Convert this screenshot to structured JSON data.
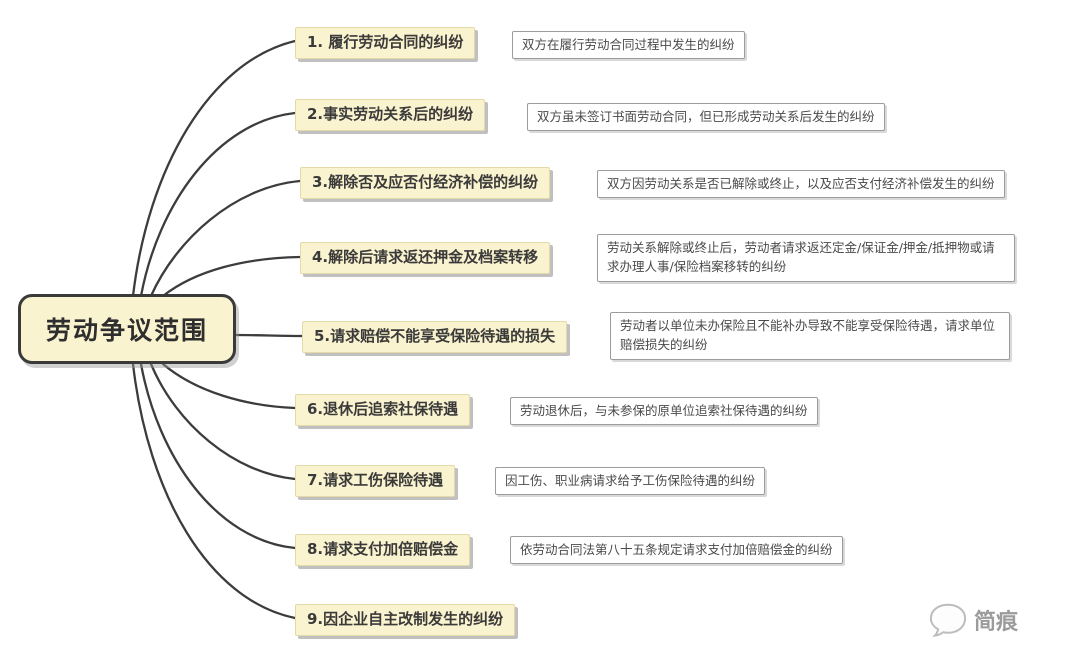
{
  "diagram": {
    "root": {
      "label": "劳动争议范围"
    },
    "branches": [
      {
        "label": "1. 履行劳动合同的纠纷",
        "desc": "双方在履行劳动合同过程中发生的纠纷"
      },
      {
        "label": "2.事实劳动关系后的纠纷",
        "desc": "双方虽未签订书面劳动合同，但已形成劳动关系后发生的纠纷"
      },
      {
        "label": "3.解除否及应否付经济补偿的纠纷",
        "desc": "双方因劳动关系是否已解除或终止，以及应否支付经济补偿发生的纠纷"
      },
      {
        "label": "4.解除后请求返还押金及档案转移",
        "desc": "劳动关系解除或终止后，劳动者请求返还定金/保证金/押金/抵押物或请求办理人事/保险档案移转的纠纷"
      },
      {
        "label": "5.请求赔偿不能享受保险待遇的损失",
        "desc": "劳动者以单位未办保险且不能补办导致不能享受保险待遇，请求单位赔偿损失的纠纷"
      },
      {
        "label": "6.退休后追索社保待遇",
        "desc": "劳动退休后，与未参保的原单位追索社保待遇的纠纷"
      },
      {
        "label": "7.请求工伤保险待遇",
        "desc": "因工伤、职业病请求给予工伤保险待遇的纠纷"
      },
      {
        "label": "8.请求支付加倍赔偿金",
        "desc": "依劳动合同法第八十五条规定请求支付加倍赔偿金的纠纷"
      },
      {
        "label": "9.因企业自主改制发生的纠纷",
        "desc": ""
      }
    ],
    "watermark": {
      "label": "简痕"
    },
    "colors": {
      "node_fill": "#faf3cf",
      "root_border": "#3a3a3a",
      "line": "#3c3c3c",
      "desc_border": "#9c9c9c",
      "watermark_text": "#9b9b9b"
    }
  }
}
